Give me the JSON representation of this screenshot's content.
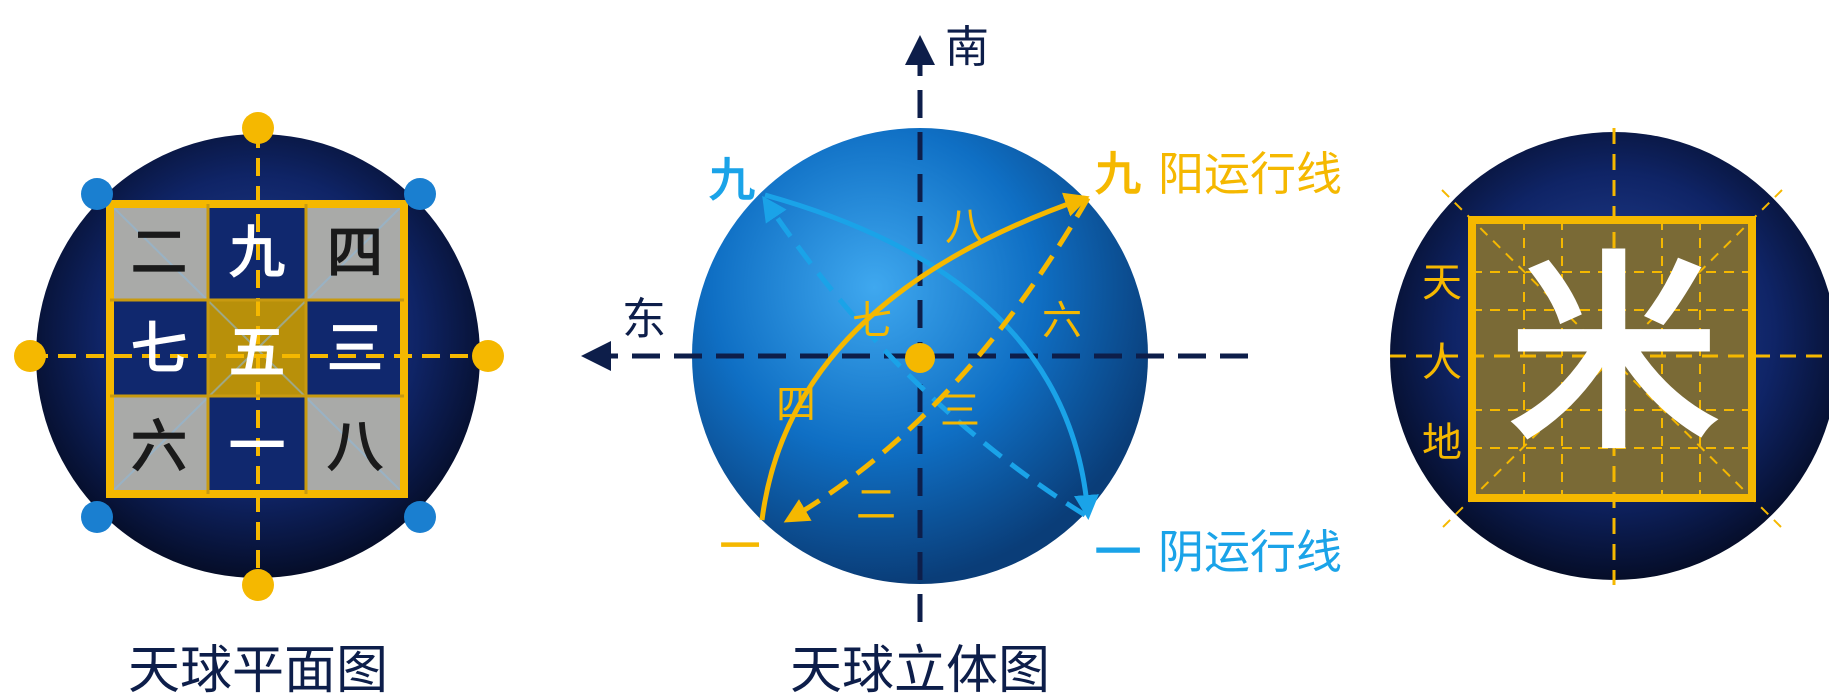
{
  "left": {
    "caption": "天球平面图",
    "grid": [
      [
        "二",
        "九",
        "四"
      ],
      [
        "七",
        "五",
        "三"
      ],
      [
        "六",
        "一",
        "八"
      ]
    ]
  },
  "middle": {
    "caption": "天球立体图",
    "south": "南",
    "east": "东",
    "yang_num": "九",
    "yang_label": "阳运行线",
    "yin_num": "一",
    "yin_label": "阴运行线",
    "blue_nine": "九",
    "yellow_one": "一",
    "sphere_nums": {
      "n8": "八",
      "n7": "七",
      "n6": "六",
      "n4": "四",
      "n3": "三",
      "n2": "二"
    }
  },
  "right": {
    "big_char": "米",
    "side": [
      "天",
      "人",
      "地"
    ]
  },
  "colors": {
    "navy": "#0d1e4a",
    "gold": "#f5b800",
    "sky": "#1aa3e8",
    "gray": "#a9aaa8",
    "olive": "#b8900a"
  }
}
